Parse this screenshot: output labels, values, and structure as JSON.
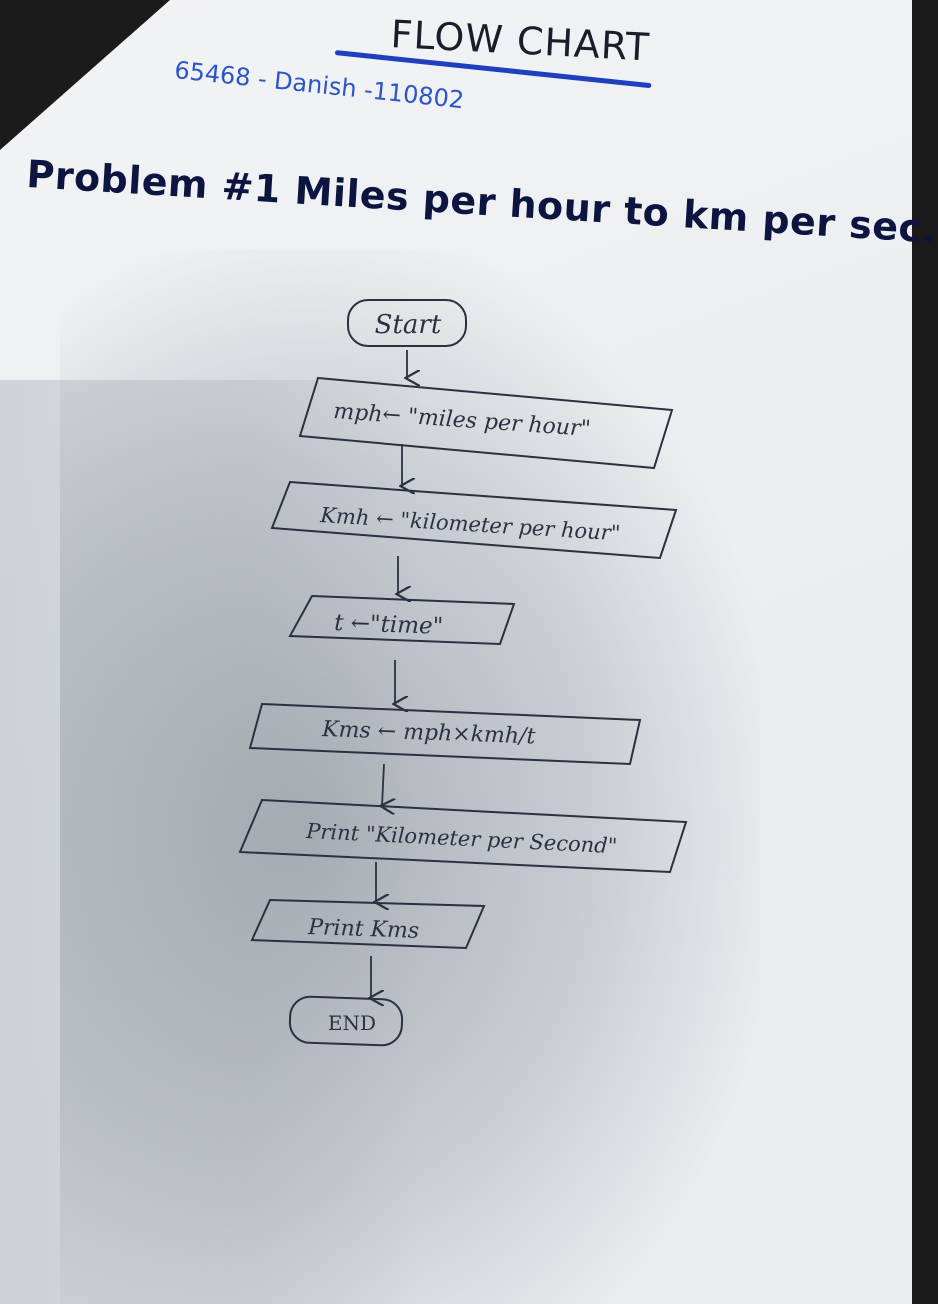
{
  "header": {
    "title": "FLOW CHART",
    "subtitle": "65468 - Danish -110802",
    "problem": "Problem #1 Miles per hour to km per sec."
  },
  "flowchart": {
    "nodes": [
      {
        "id": "start",
        "shape": "terminal",
        "label": "Start"
      },
      {
        "id": "mph",
        "shape": "parallelogram",
        "label": "mph← \"miles per hour\""
      },
      {
        "id": "kmh",
        "shape": "parallelogram",
        "label": "Kmh ← \"kilometer per hour\""
      },
      {
        "id": "t",
        "shape": "parallelogram",
        "label": "t ←\"time\""
      },
      {
        "id": "kms",
        "shape": "parallelogram",
        "label": "Kms ← mph×kmh/t"
      },
      {
        "id": "print1",
        "shape": "parallelogram",
        "label": "Print \"Kilometer per Second\""
      },
      {
        "id": "print2",
        "shape": "parallelogram",
        "label": "Print Kms"
      },
      {
        "id": "end",
        "shape": "terminal",
        "label": "END"
      }
    ],
    "edges": [
      [
        "start",
        "mph"
      ],
      [
        "mph",
        "kmh"
      ],
      [
        "kmh",
        "t"
      ],
      [
        "t",
        "kms"
      ],
      [
        "kms",
        "print1"
      ],
      [
        "print1",
        "print2"
      ],
      [
        "print2",
        "end"
      ]
    ]
  },
  "colors": {
    "ink_pencil": "#2c3040",
    "ink_blue": "#2b55c8",
    "ink_black": "#0b1540",
    "underline": "#1f3fbf",
    "paper": "#eceef1"
  }
}
